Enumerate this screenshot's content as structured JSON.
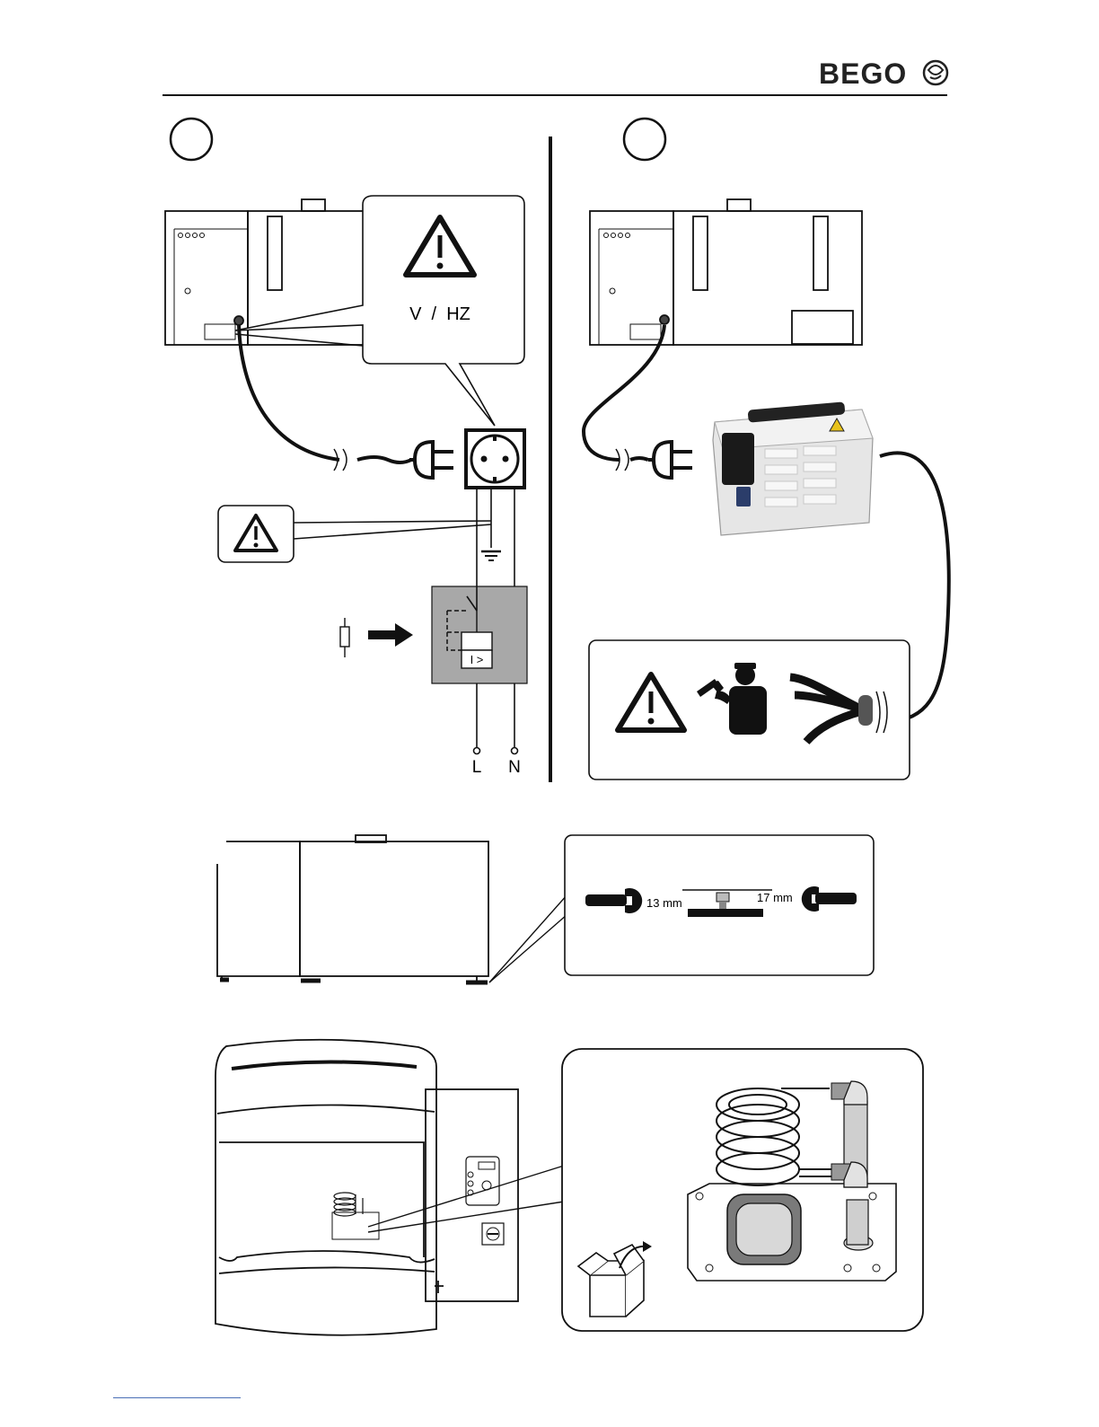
{
  "header": {
    "brand": "BEGO"
  },
  "section_a": {
    "badge": "",
    "callout_voltage_label": "V  /  HZ",
    "terminal_l": "L",
    "terminal_n": "N",
    "breaker_label": "I >"
  },
  "section_b": {
    "badge": ""
  },
  "section_c": {
    "wrench_left": "13 mm",
    "wrench_right": "17 mm"
  },
  "icons": {
    "warning": "warning-triangle-icon",
    "plug": "plug-icon",
    "socket": "socket-icon",
    "technician": "technician-icon",
    "cable": "cable-ends-icon",
    "wrench": "wrench-icon",
    "box": "box-icon"
  }
}
